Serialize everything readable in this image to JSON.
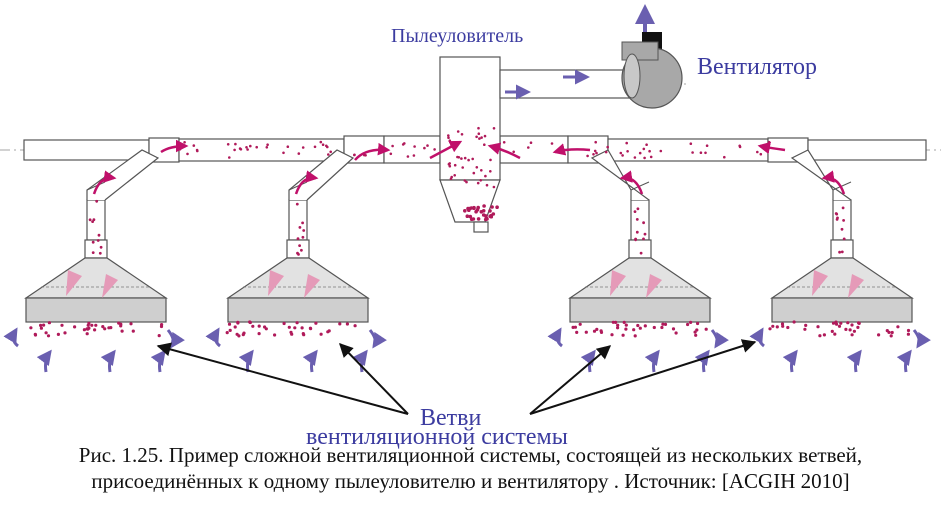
{
  "labels": {
    "dust_collector": "Пылеуловитель",
    "fan": "Вентилятор",
    "branches_line1": "Ветви",
    "branches_line2": "вентиляционной  системы"
  },
  "caption": {
    "line1": "Рис. 1.25. Пример сложной вентиляционной системы, состоящей из нескольких ветвей,",
    "line2": "присоединённых к одному пылеуловителю и вентилятору . Источник: [ACGIH 2010]"
  },
  "colors": {
    "label_blue": "#3c3ca0",
    "arrow_purple": "#6a5fb0",
    "flow_magenta": "#c0106a",
    "dust": "#b01a5a",
    "hood_fill": "#d9d9d9",
    "duct_stroke": "#555555",
    "fan_body": "#a8a8a8",
    "fan_outlet": "#111111"
  },
  "icons": {
    "flow_arrow": "curved-arrow-icon",
    "suction_arrow": "curved-up-arrow-icon",
    "fan": "centrifugal-fan-icon"
  }
}
